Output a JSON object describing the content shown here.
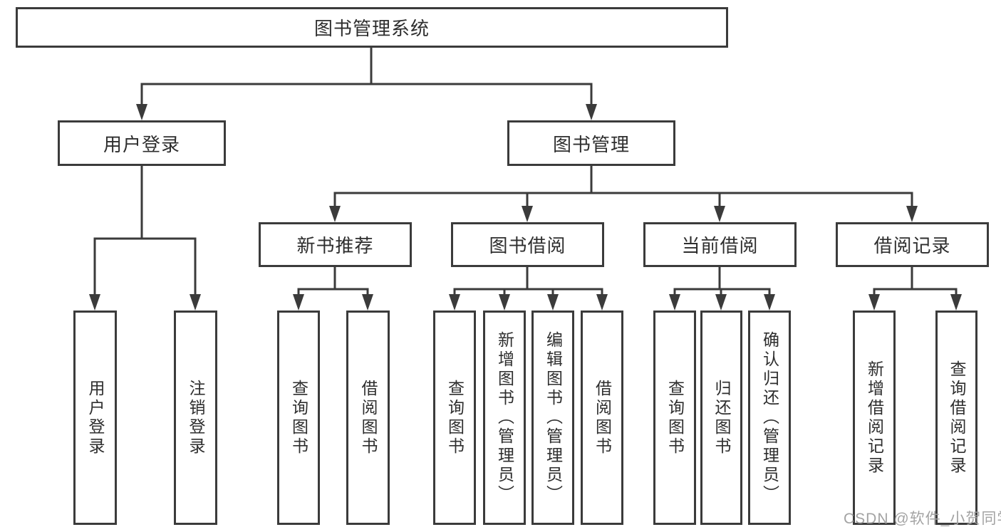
{
  "tree": {
    "root": "图书管理系统",
    "children": [
      {
        "label": "用户登录",
        "children": [
          "用户登录",
          "注销登录"
        ]
      },
      {
        "label": "图书管理",
        "children": [
          {
            "label": "新书推荐",
            "children": [
              "查询图书",
              "借阅图书"
            ]
          },
          {
            "label": "图书借阅",
            "children": [
              "查询图书",
              "新增图书（管理员）",
              "编辑图书（管理员）",
              "借阅图书"
            ]
          },
          {
            "label": "当前借阅",
            "children": [
              "查询图书",
              "归还图书",
              "确认归还（管理员）"
            ]
          },
          {
            "label": "借阅记录",
            "children": [
              "新增借阅记录",
              "查询借阅记录"
            ]
          }
        ]
      }
    ]
  },
  "watermark": {
    "text": "CSDN @软件_小贺同学"
  },
  "colors": {
    "line": "#3b3b3b",
    "text": "#2e2e2e",
    "box_background": "#ffffff",
    "watermark": "#a3a3a3",
    "background": "#ffffff"
  }
}
